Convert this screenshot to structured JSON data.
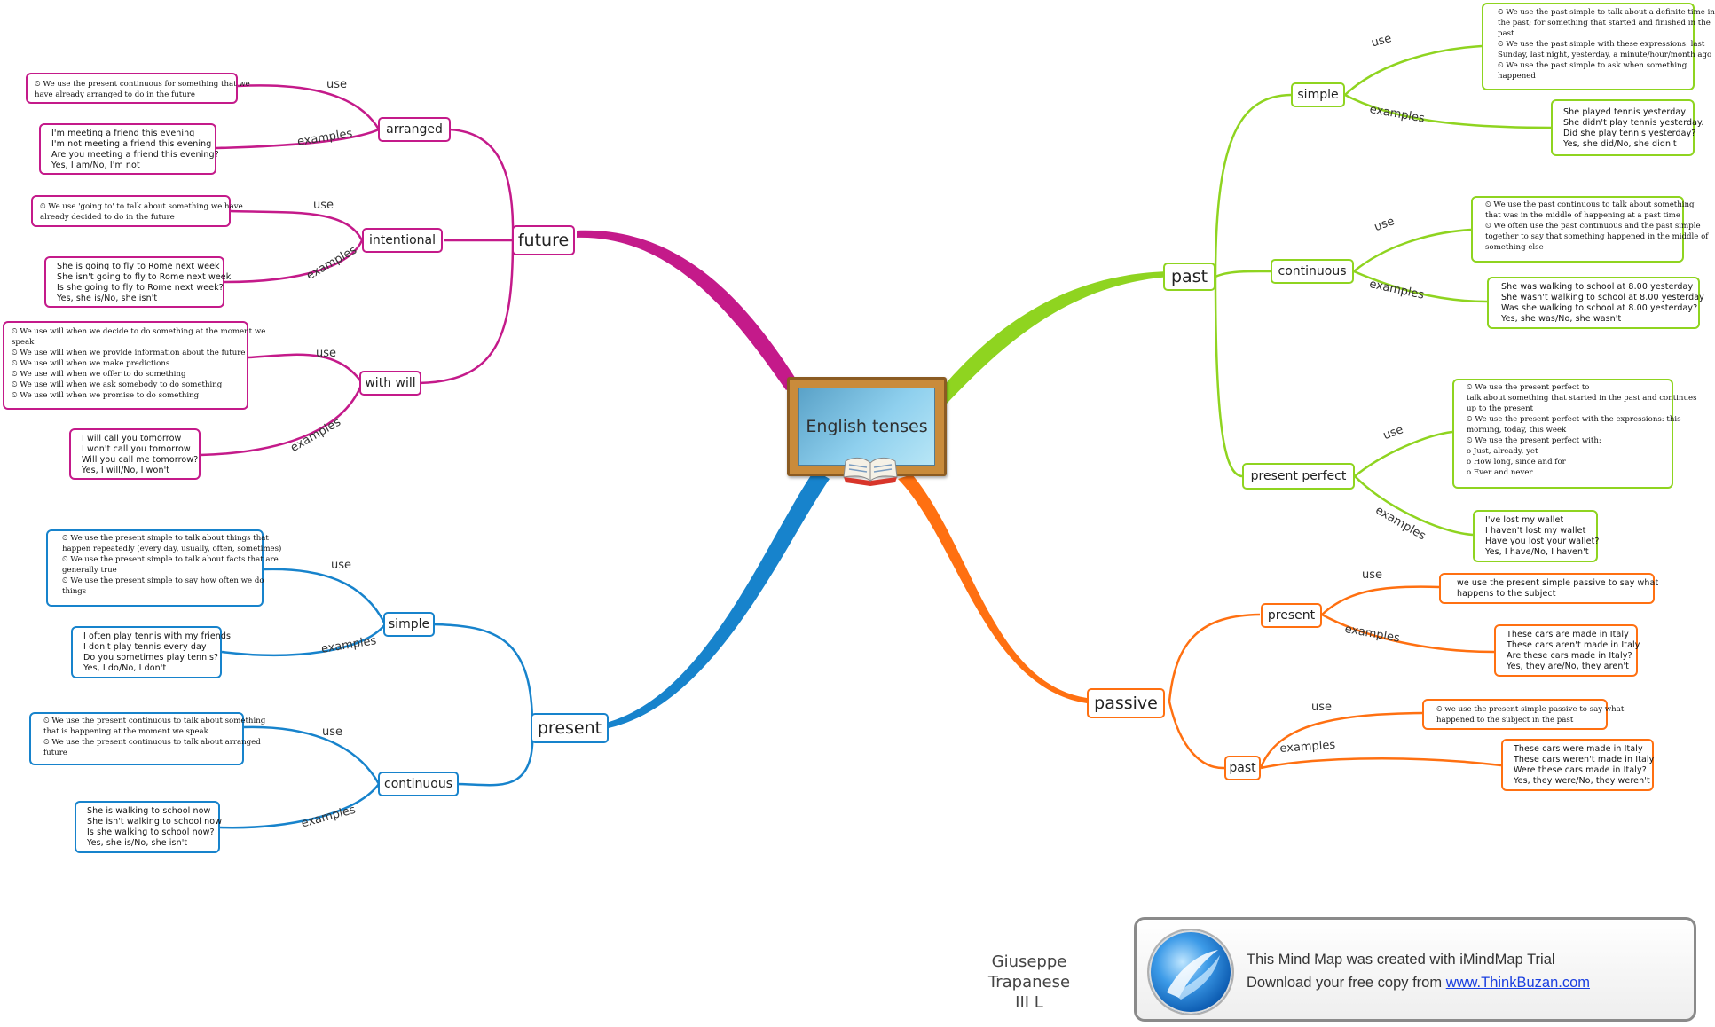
{
  "center": {
    "title": "English tenses"
  },
  "future": {
    "label": "future",
    "arranged": {
      "label": "arranged",
      "use_label": "use",
      "examples_label": "examples",
      "use": [
        "⏲ We use the present continuous for something that we",
        "have already arranged to do in the future"
      ],
      "examples": [
        "I'm meeting a friend this evening",
        "I'm not meeting a friend this evening",
        "Are you meeting a friend this evening?",
        "Yes, I am/No, I'm not"
      ]
    },
    "intentional": {
      "label": "intentional",
      "use_label": "use",
      "examples_label": "examples",
      "use": [
        "⏲ We use 'going to' to talk about something we have",
        "already decided to do in the future"
      ],
      "examples": [
        "She is going to fly to Rome next week",
        "She isn't going to fly to Rome next week",
        "Is she going to fly to Rome next week?",
        "Yes, she is/No, she isn't"
      ]
    },
    "with_will": {
      "label": "with will",
      "use_label": "use",
      "examples_label": "examples",
      "use": [
        "⏲ We use will when we decide to do something at the moment we",
        "speak",
        "⏲ We use will when we provide information about the future",
        "⏲ We use will when we make predictions",
        "⏲ We use will when we offer to do something",
        "⏲ We use will when we ask somebody to do something",
        "⏲ We use will when we promise to do something"
      ],
      "examples": [
        "I will call you tomorrow",
        "I won't call you tomorrow",
        "Will you call me tomorrow?",
        "Yes, I will/No, I won't"
      ]
    }
  },
  "past": {
    "label": "past",
    "simple": {
      "label": "simple",
      "use_label": "use",
      "examples_label": "examples",
      "use": [
        "⏲ We use the past simple to talk about a definite time in",
        "the past; for something that started and finished in the",
        "past",
        "⏲ We use the past simple with these expressions: last",
        "Sunday, last night, yesterday, a minute/hour/month ago",
        "⏲ We use the past simple to ask when something",
        "happened"
      ],
      "examples": [
        "She played tennis yesterday",
        "She didn't play tennis yesterday.",
        "Did she play tennis yesterday?",
        "Yes, she did/No, she didn't"
      ]
    },
    "continuous": {
      "label": "continuous",
      "use_label": "use",
      "examples_label": "examples",
      "use": [
        "⏲ We use the past continuous to talk about something",
        "that was in the middle of happening at a past time",
        "⏲ We often use the past continuous and the past simple",
        "together to say that something happened in the middle of",
        "something else"
      ],
      "examples": [
        "She was walking to school at 8.00 yesterday",
        "She wasn't walking to school at 8.00 yesterday",
        "Was she walking to school at 8.00 yesterday?",
        "Yes, she was/No, she wasn't"
      ]
    },
    "present_perfect": {
      "label": "present perfect",
      "use_label": "use",
      "examples_label": "examples",
      "use": [
        "⏲ We use the present perfect to",
        "talk about something that started in the past and continues",
        "up to the present",
        "⏲ We use the present perfect with the expressions: this",
        "morning, today, this week",
        "⏲ We use the present perfect with:",
        "o Just, already, yet",
        "o How long, since and for",
        "o Ever and never"
      ],
      "examples": [
        "I've lost my wallet",
        "I haven't lost my wallet",
        "Have you lost your wallet?",
        "Yes, I have/No, I haven't"
      ]
    }
  },
  "present": {
    "label": "present",
    "simple": {
      "label": "simple",
      "use_label": "use",
      "examples_label": "examples",
      "use": [
        "⏲ We use the present simple to talk about things that",
        "happen repeatedly (every day, usually, often, sometimes)",
        "⏲ We use the present simple to talk about facts that are",
        "generally true",
        "⏲ We use the present simple to say how often we do",
        "things"
      ],
      "examples": [
        "I often play tennis with my friends",
        "I don't play tennis every day",
        "Do you sometimes play tennis?",
        "Yes, I do/No, I don't"
      ]
    },
    "continuous": {
      "label": "continuous",
      "use_label": "use",
      "examples_label": "examples",
      "use": [
        "⏲ We use the present continuous to talk about something",
        "that is happening at the moment we speak",
        "⏲ We use the present continuous to talk about arranged",
        "future"
      ],
      "examples": [
        "She is walking to school now",
        "She isn't walking to school now",
        "Is she walking to school now?",
        "Yes, she is/No, she isn't"
      ]
    }
  },
  "passive": {
    "label": "passive",
    "present": {
      "label": "present",
      "use_label": "use",
      "examples_label": "examples",
      "use": [
        "we use the present simple passive to say what",
        "happens to the subject"
      ],
      "examples": [
        "These cars are made in Italy",
        "These cars aren't made in Italy",
        "Are these cars made in Italy?",
        "Yes, they are/No, they aren't"
      ]
    },
    "past": {
      "label": "past",
      "use_label": "use",
      "examples_label": "examples",
      "use": [
        "⏲ we use the present simple passive to say what",
        "happened to the subject in the past"
      ],
      "examples": [
        "These cars were made in Italy",
        "These cars weren't made in Italy",
        "Were these cars made in Italy?",
        "Yes, they were/No, they weren't"
      ]
    }
  },
  "author": [
    "Giuseppe",
    "Trapanese",
    "III L"
  ],
  "banner": {
    "line1": "This Mind Map was created with iMindMap Trial",
    "line2_prefix": "Download your free copy from ",
    "link": "www.ThinkBuzan.com"
  },
  "colors": {
    "future": "#c41a8a",
    "past": "#8fd420",
    "present": "#1783cc",
    "passive": "#ff7011"
  }
}
